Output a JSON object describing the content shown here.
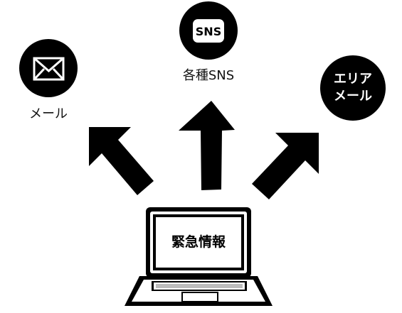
{
  "nodes": {
    "mail": {
      "label": "メール",
      "icon": "envelope-icon"
    },
    "sns": {
      "label": "各種SNS",
      "badge": "SNS",
      "icon": "sns-badge-icon"
    },
    "area_mail": {
      "line1": "エリア",
      "line2": "メール"
    }
  },
  "source": {
    "screen_text": "緊急情報",
    "icon": "laptop-icon"
  },
  "colors": {
    "primary": "#000000",
    "background": "#ffffff"
  }
}
